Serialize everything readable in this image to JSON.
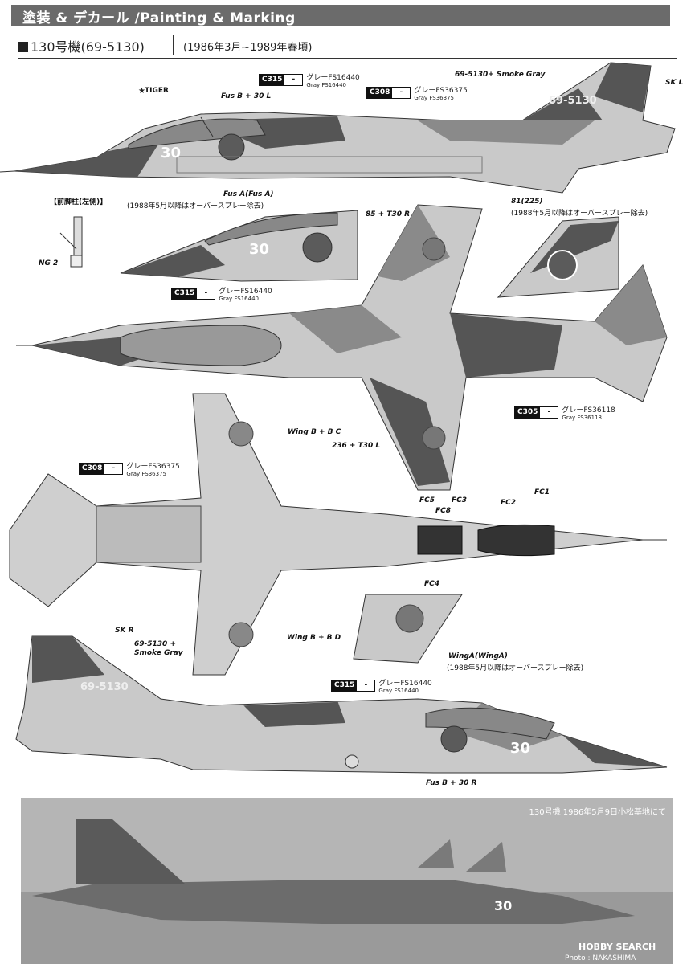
{
  "header": {
    "title": "塗装 & デカール /Painting & Marking"
  },
  "section": {
    "title": "130号機(69-5130)",
    "period": "(1986年3月~1989年春頃)"
  },
  "callouts": {
    "smoke_gray_left": "69-5130+ Smoke Gray",
    "sk_l": "SK L",
    "fus_b30l": "Fus B + 30 L",
    "tiger": "TIGER",
    "nose_gear": "【前脚柱(左側)】",
    "ng2": "NG 2",
    "fus_a": "Fus A(Fus A)",
    "fus_a_note": "(1988年5月以降はオーバースプレー除去)",
    "t30r": "85 + T30 R",
    "n81": "81(225)",
    "n81_note": "(1988年5月以降はオーバースプレー除去)",
    "t30l": "236 + T30 L",
    "wing_bbc": "Wing B + B C",
    "wing_bbd": "Wing B + B D",
    "fc5": "FC5",
    "fc8": "FC8",
    "fc3": "FC3",
    "fc2": "FC2",
    "fc1": "FC1",
    "fc4": "FC4",
    "sk_r": "SK R",
    "smoke_gray_right": "69-5130 +\nSmoke Gray",
    "wing_a": "WingA(WingA)",
    "wing_a_note": "(1988年5月以降はオーバースプレー除去)",
    "fus_b30r": "Fus B + 30 R"
  },
  "paints": [
    {
      "code": "C315",
      "jp": "グレーFS16440",
      "en": "Gray FS16440"
    },
    {
      "code": "C308",
      "jp": "グレーFS36375",
      "en": "Gray FS36375"
    },
    {
      "code": "C305",
      "jp": "グレーFS36118",
      "en": "Gray FS36118"
    }
  ],
  "aircraft": {
    "serial": "69-5130",
    "number": "30"
  },
  "photo": {
    "caption": "130号機 1986年5月9日小松基地にて",
    "watermark": "HOBBY SEARCH",
    "credit": "Photo : NAKASHIMA"
  },
  "colors": {
    "dark": "#555555",
    "mid": "#8a8a8a",
    "light": "#c9c9c9",
    "header": "#6b6b6b"
  }
}
